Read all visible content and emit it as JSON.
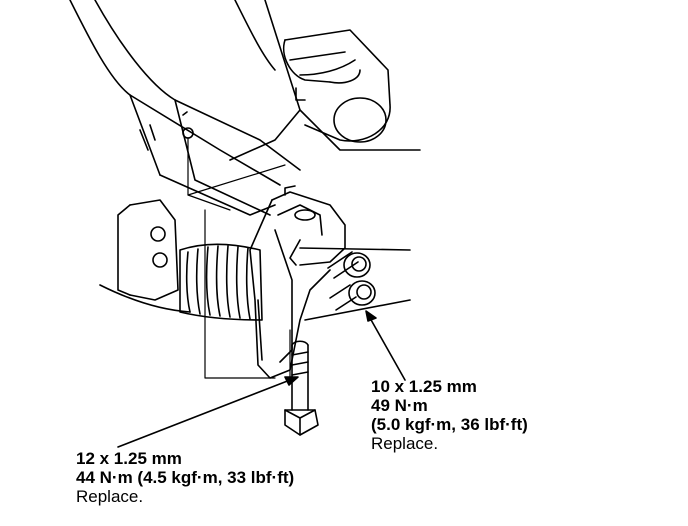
{
  "callouts": {
    "upper_bolts": {
      "size": "10 x 1.25 mm",
      "torque_nm": "49 N·m",
      "torque_alt": "(5.0 kgf·m, 36 lbf·ft)",
      "note": "Replace."
    },
    "lower_bolt": {
      "size": "12 x 1.25 mm",
      "torque": "44 N·m (4.5 kgf·m, 33 lbf·ft)",
      "note": "Replace."
    }
  },
  "colors": {
    "ink": "#000000",
    "paper": "#ffffff"
  }
}
